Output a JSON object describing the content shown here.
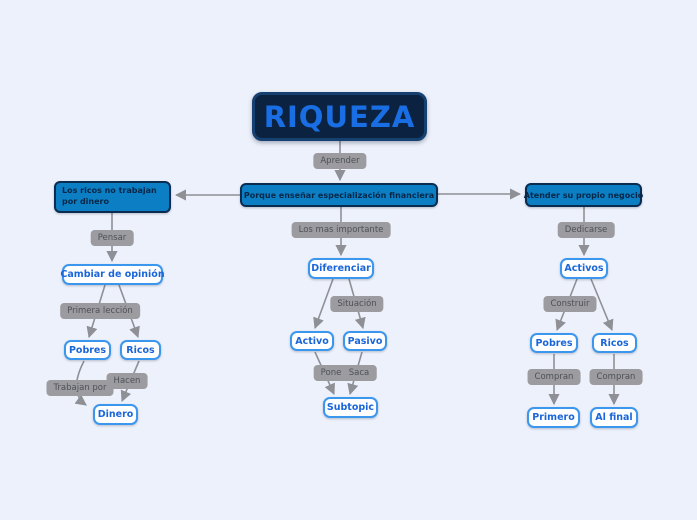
{
  "colors": {
    "canvas_background": "#edf1fb",
    "root_fill": "#0b2240",
    "root_border": "#15406f",
    "root_text": "#1a6ee4",
    "topic_fill": "#0b7ec4",
    "topic_border": "#0a2c50",
    "topic_text": "#082747",
    "subtopic_fill": "#ffffff",
    "subtopic_border": "#3b97ee",
    "subtopic_text": "#1a66d9",
    "link_label_fill": "#9b9ba0",
    "link_label_text": "#4f5156",
    "connector": "#8f9096"
  },
  "map": {
    "root": "RIQUEZA",
    "root_link": "Aprender",
    "center_branch": {
      "topic": "Porque enseñar especialización financiera",
      "link1": "Los mas importante",
      "node": "Diferenciar",
      "link2": "Situación",
      "child_a": "Activo",
      "child_b": "Pasivo",
      "link_a": "Pone",
      "link_b": "Saca",
      "merge_node": "Subtopic"
    },
    "left_branch": {
      "topic": "Los ricos no trabajan por dinero",
      "link1": "Pensar",
      "node": "Cambiar de opinión",
      "link2": "Primera lección",
      "child_a": "Pobres",
      "child_b": "Ricos",
      "link_a": "Trabajan por",
      "link_b": "Hacen",
      "merge_node": "Dinero"
    },
    "right_branch": {
      "topic": "Atender su propio negocio",
      "link1": "Dedicarse",
      "node": "Activos",
      "link2": "Construir",
      "child_a": "Pobres",
      "child_b": "Ricos",
      "link_a": "Compran",
      "link_b": "Compran",
      "leaf_a": "Primero",
      "leaf_b": "Al final"
    }
  }
}
